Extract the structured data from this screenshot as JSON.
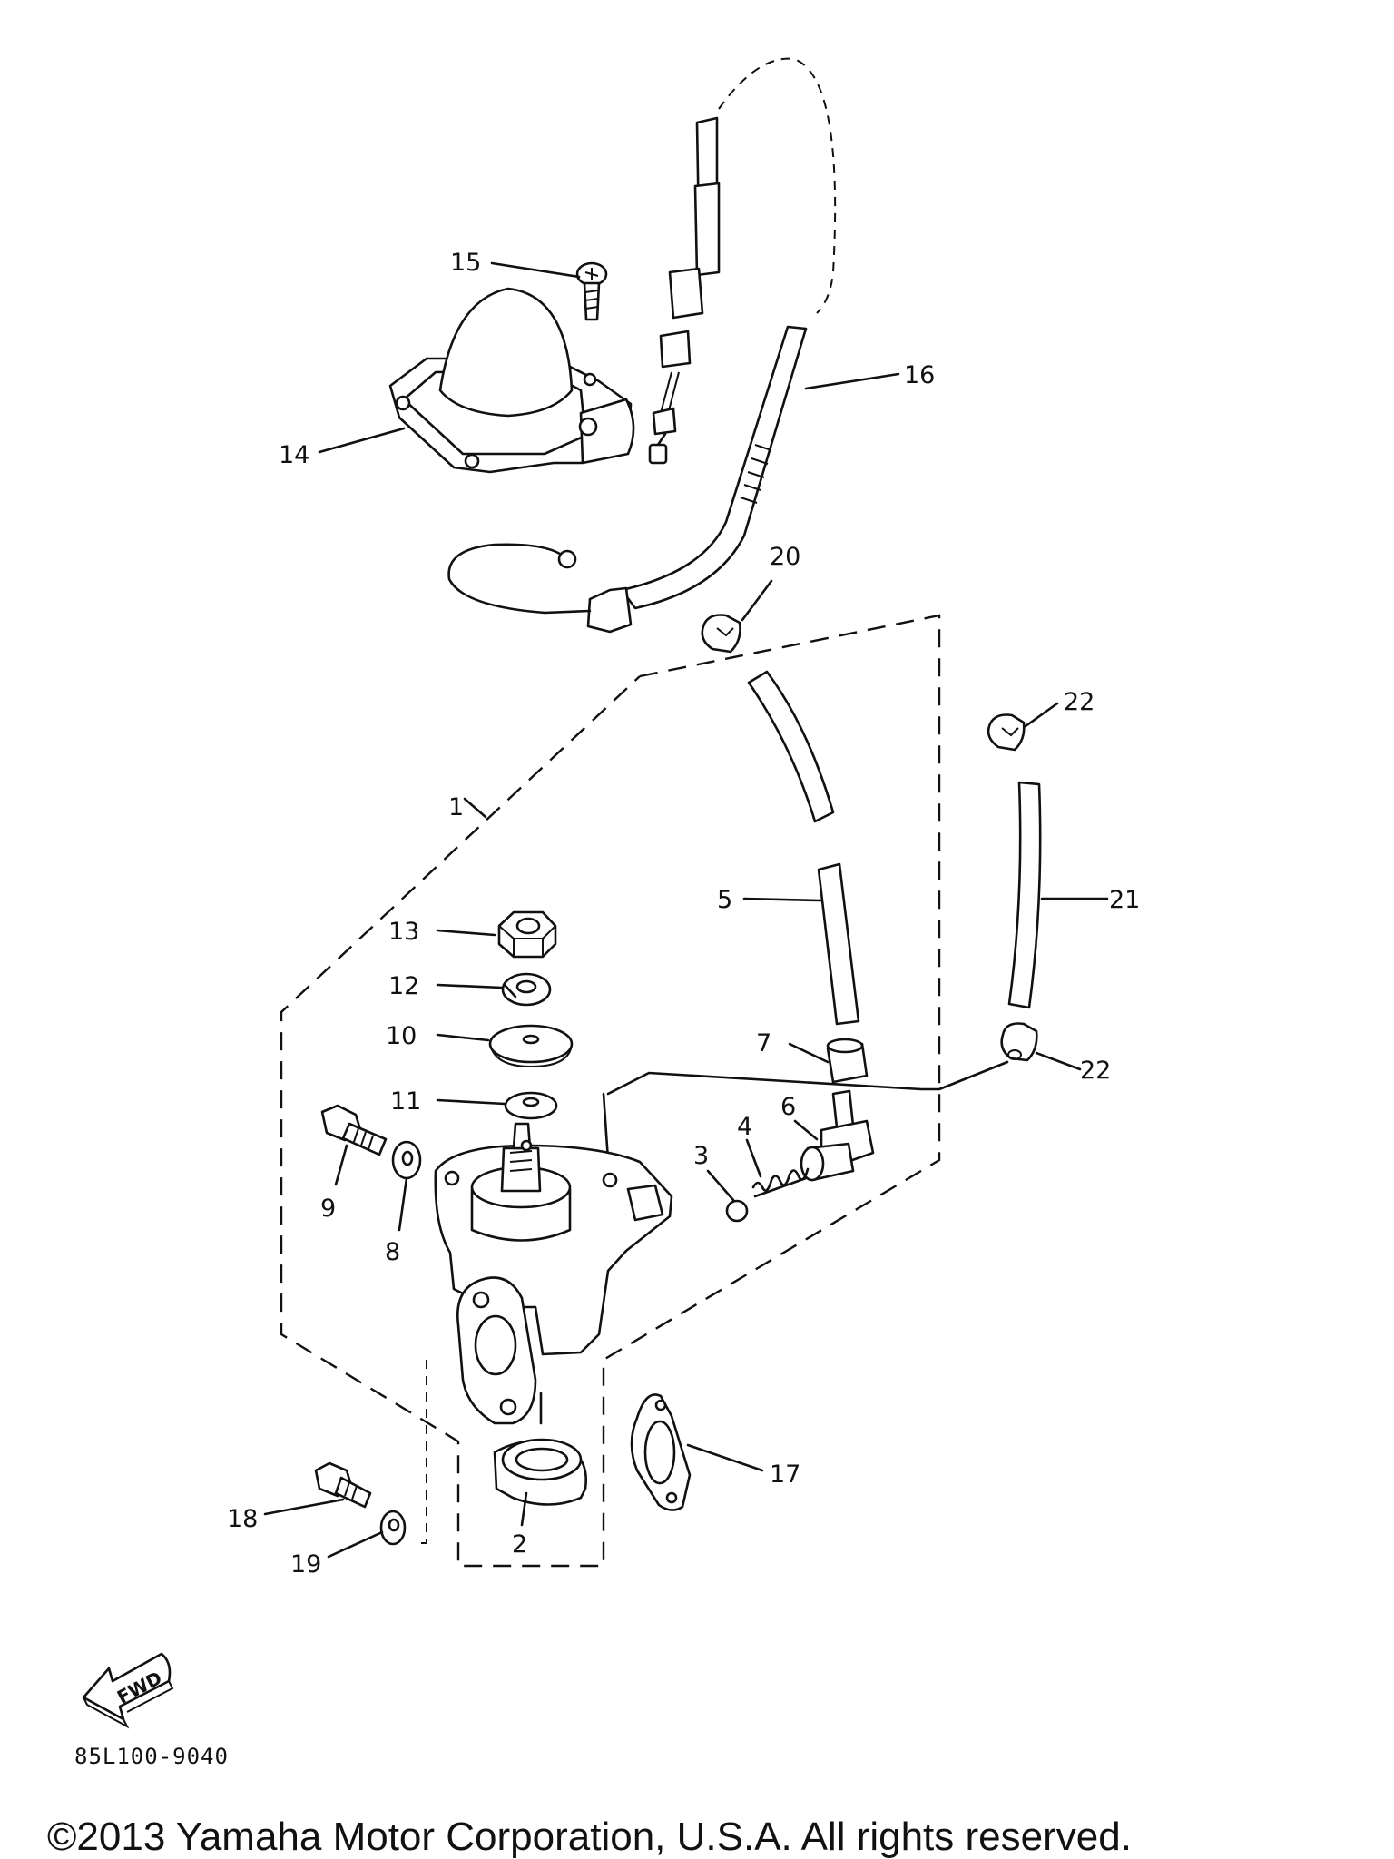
{
  "diagram": {
    "callouts": [
      "1",
      "2",
      "3",
      "4",
      "5",
      "6",
      "7",
      "8",
      "9",
      "10",
      "11",
      "12",
      "13",
      "14",
      "15",
      "16",
      "17",
      "18",
      "19",
      "20",
      "21",
      "22",
      "22"
    ],
    "fwd_label": "FWD",
    "drawing_code": "85L100-9040",
    "copyright": "©2013 Yamaha Motor Corporation, U.S.A. All rights reserved."
  }
}
